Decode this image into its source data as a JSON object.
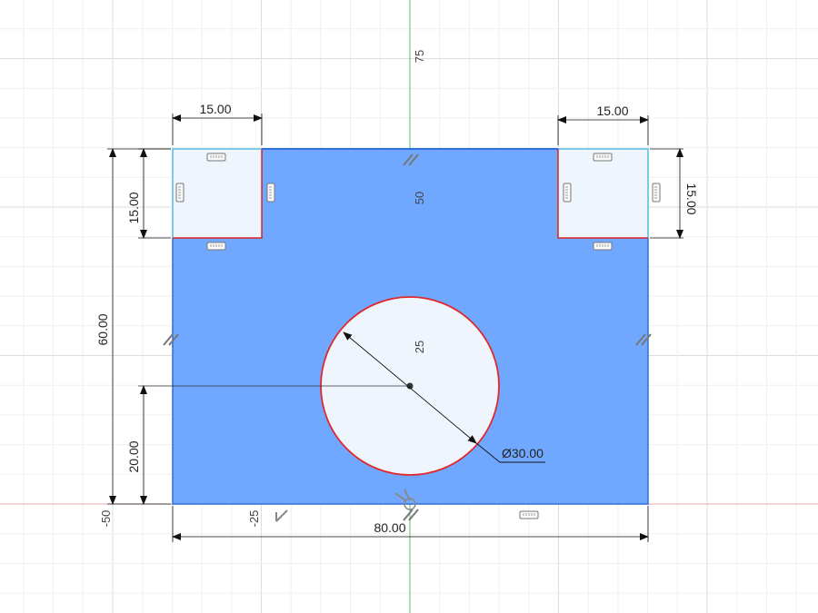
{
  "colors": {
    "background": "#ffffff",
    "grid_minor": "#ececec",
    "grid_major": "#dcdcdc",
    "profile_fill": "#6fa6ff",
    "profile_edge": "#2f6fd6",
    "hole_fill": "#eef5fd",
    "cutout_fill": "#eef5fd",
    "cutout_edge": "#6cc6e8",
    "constraint_red": "#e0282c",
    "axis_green": "#41b24a",
    "axis_red": "#e28a8a",
    "dimension": "#111111"
  },
  "axis_labels": {
    "y_75": "75",
    "y_50": "50",
    "y_25": "25",
    "x_neg50": "-50",
    "x_neg25": "-25"
  },
  "dimensions": {
    "top_left_width": "15.00",
    "top_right_width": "15.00",
    "left_notch_height": "15.00",
    "right_notch_height": "15.00",
    "total_height": "60.00",
    "hole_center_height": "20.00",
    "total_width": "80.00",
    "hole_diameter": "Ø30.00"
  },
  "icons": {
    "horizontal_constraint": "horizontal-constraint-icon",
    "vertical_constraint": "vertical-constraint-icon",
    "parallel_constraint": "parallel-constraint-icon",
    "perpendicular_constraint": "perpendicular-constraint-icon",
    "origin": "origin-icon"
  }
}
